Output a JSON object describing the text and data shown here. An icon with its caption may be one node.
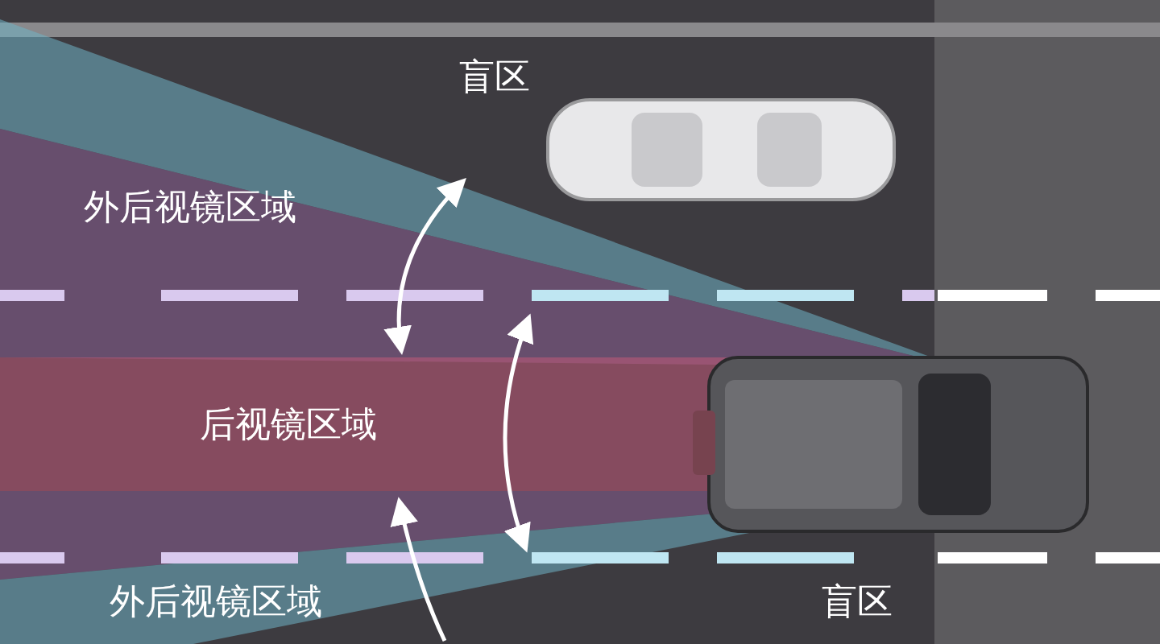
{
  "diagram": {
    "labels": [
      "盲区",
      "外后视镜区域",
      "后视镜区域",
      "外后视镜区域",
      "盲区"
    ]
  }
}
